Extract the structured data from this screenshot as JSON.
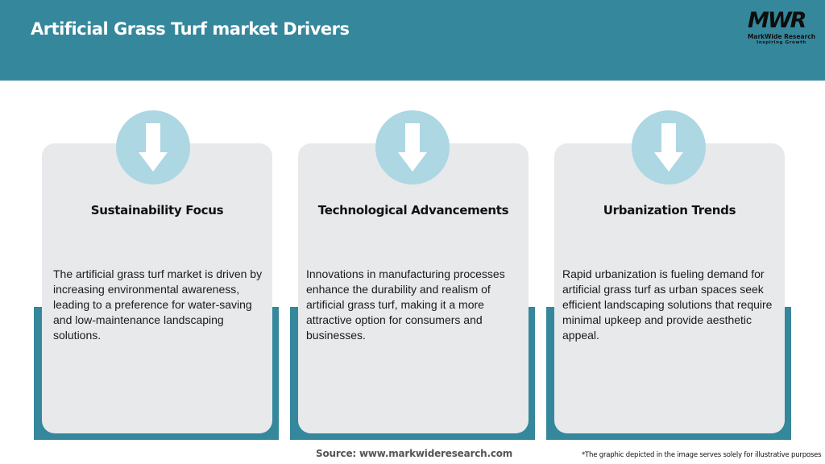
{
  "header": {
    "title": "Artificial Grass Turf market Drivers",
    "background_color": "#35879c"
  },
  "logo": {
    "mark": "MWR",
    "name": "MarkWide Research",
    "tagline": "Inspiring Growth"
  },
  "cards": [
    {
      "icon": "arrow-down-icon",
      "title": "Sustainability Focus",
      "text": "The artificial grass turf market is driven by increasing environmental awareness, leading to a preference for water-saving and low-maintenance landscaping solutions."
    },
    {
      "icon": "arrow-down-icon",
      "title": "Technological Advancements",
      "text": "Innovations in manufacturing processes enhance the durability and realism of artificial grass turf, making it a more attractive option for consumers and businesses."
    },
    {
      "icon": "arrow-down-icon",
      "title": "Urbanization Trends",
      "text": "Rapid urbanization is fueling demand for artificial grass turf as urban spaces seek efficient landscaping solutions that require minimal upkeep and provide aesthetic appeal."
    }
  ],
  "colors": {
    "accent": "#35879c",
    "card_bg": "#e7e9eb",
    "icon_circle": "#acd7e3"
  },
  "footer": {
    "source": "Source: www.markwideresearch.com",
    "disclaimer": "*The graphic depicted in the image serves solely for illustrative purposes"
  }
}
